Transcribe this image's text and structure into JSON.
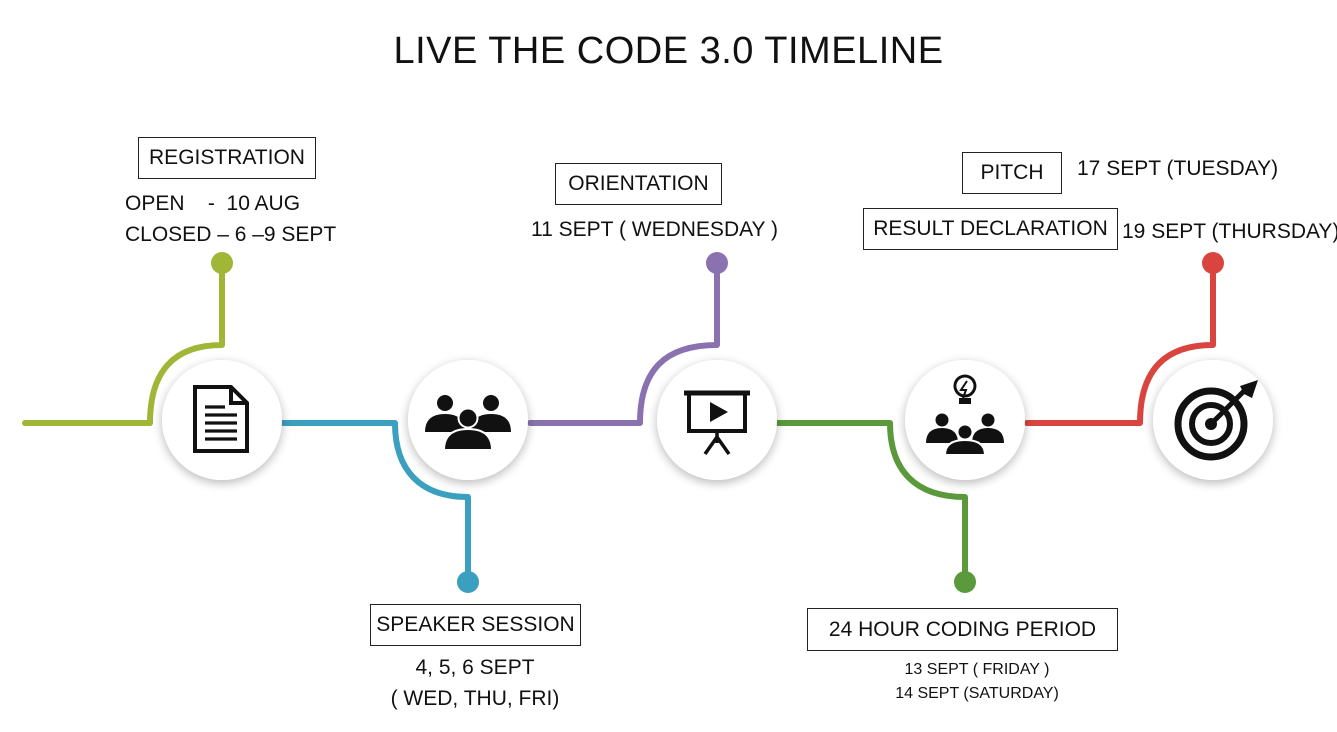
{
  "title": "LIVE THE CODE 3.0 TIMELINE",
  "colors": {
    "lead": "#9fb636",
    "registration": "#9fb636",
    "speaker": "#3b9fbf",
    "orientation": "#8a72b0",
    "coding": "#5a9a3c",
    "result": "#d9443f"
  },
  "stages": [
    {
      "label": "REGISTRATION",
      "lines": [
        "OPEN    -  10 AUG",
        "CLOSED – 6 –9 SEPT"
      ],
      "icon": "document-icon"
    },
    {
      "label": "SPEAKER SESSION",
      "lines": [
        "4, 5, 6 SEPT",
        "( WED, THU, FRI)"
      ],
      "icon": "audience-icon"
    },
    {
      "label": "ORIENTATION",
      "lines": [
        "11 SEPT ( WEDNESDAY )"
      ],
      "icon": "presentation-icon"
    },
    {
      "label": "24 HOUR CODING PERIOD",
      "lines": [
        "13 SEPT ( FRIDAY )",
        "14 SEPT (SATURDAY)"
      ],
      "icon": "idea-team-icon"
    },
    {
      "label": "PITCH",
      "lines": [
        "17 SEPT (TUESDAY)"
      ],
      "label2": "RESULT DECLARATION",
      "lines2": [
        "19 SEPT (THURSDAY)"
      ],
      "icon": "target-icon"
    }
  ]
}
